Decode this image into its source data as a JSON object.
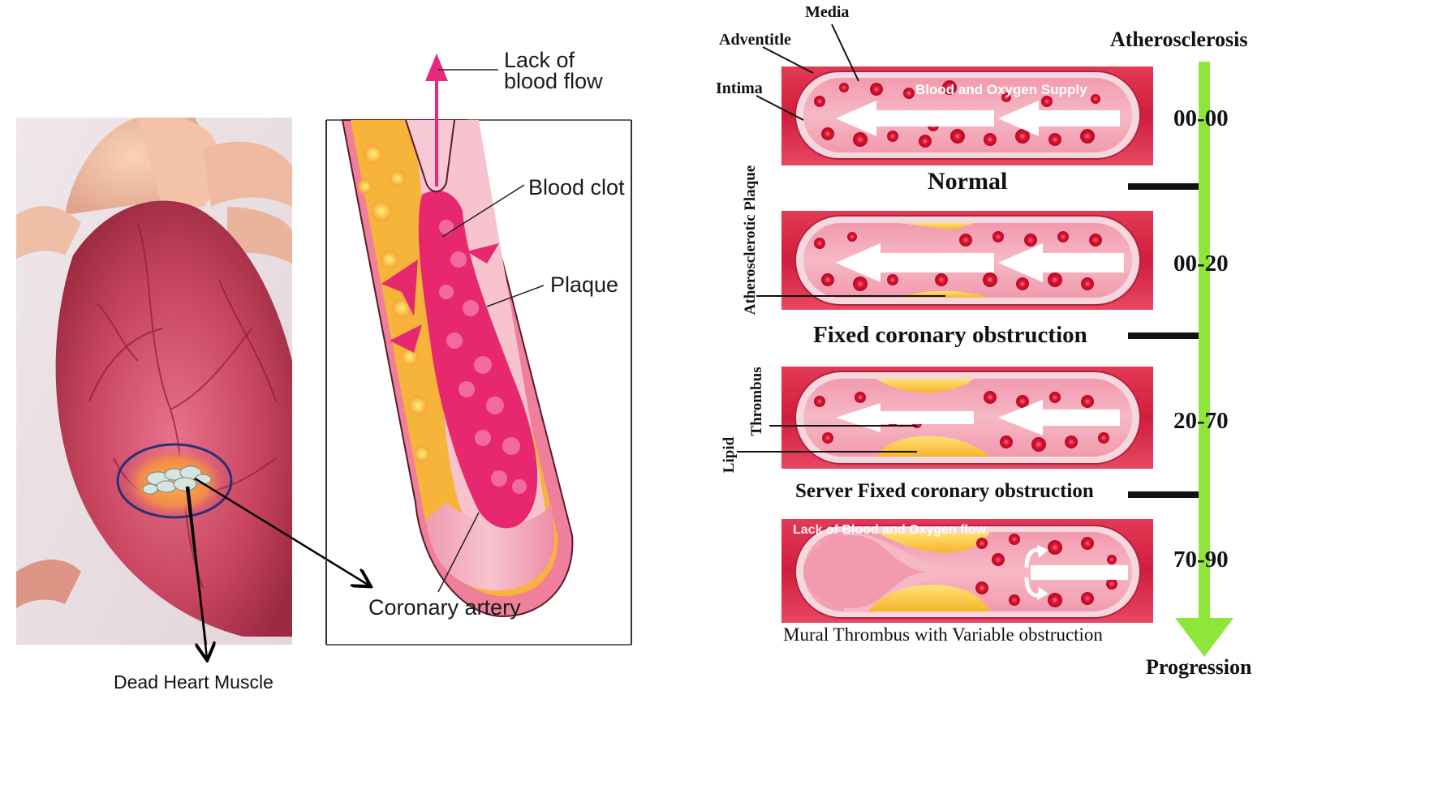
{
  "heart_panel": {
    "dead_muscle_label": "Dead Heart Muscle"
  },
  "artery_panel": {
    "lack_flow_label": [
      "Lack of",
      "blood flow"
    ],
    "blood_clot_label": "Blood clot",
    "plaque_label": "Plaque",
    "coronary_artery_label": "Coronary artery"
  },
  "progression_panel": {
    "layer_labels": {
      "media": "Media",
      "adventitle": "Adventitle",
      "intima": "Intima"
    },
    "vessel_text": {
      "blood_supply": "Blood and Oxygen Supply",
      "lack_flow": "Lack of Blood and Oxygen flow"
    },
    "side_labels": {
      "plaque": "Atherosclerotic Plaque",
      "thrombus": "Thrombus",
      "lipid": "Lipid"
    },
    "axis_title": "Atherosclerosis",
    "axis_footer": "Progression",
    "stages": [
      {
        "range": "00-00",
        "name": "Normal"
      },
      {
        "range": "00-20",
        "name": "Fixed coronary obstruction"
      },
      {
        "range": "20-70",
        "name": "Server Fixed coronary obstruction"
      },
      {
        "range": "70-90",
        "name": "Mural Thrombus with Variable obstruction"
      }
    ],
    "colors": {
      "arrow_green": "#8ee63b",
      "vessel_red": "#d8203f",
      "plaque_yellow": "#f7c431"
    }
  }
}
